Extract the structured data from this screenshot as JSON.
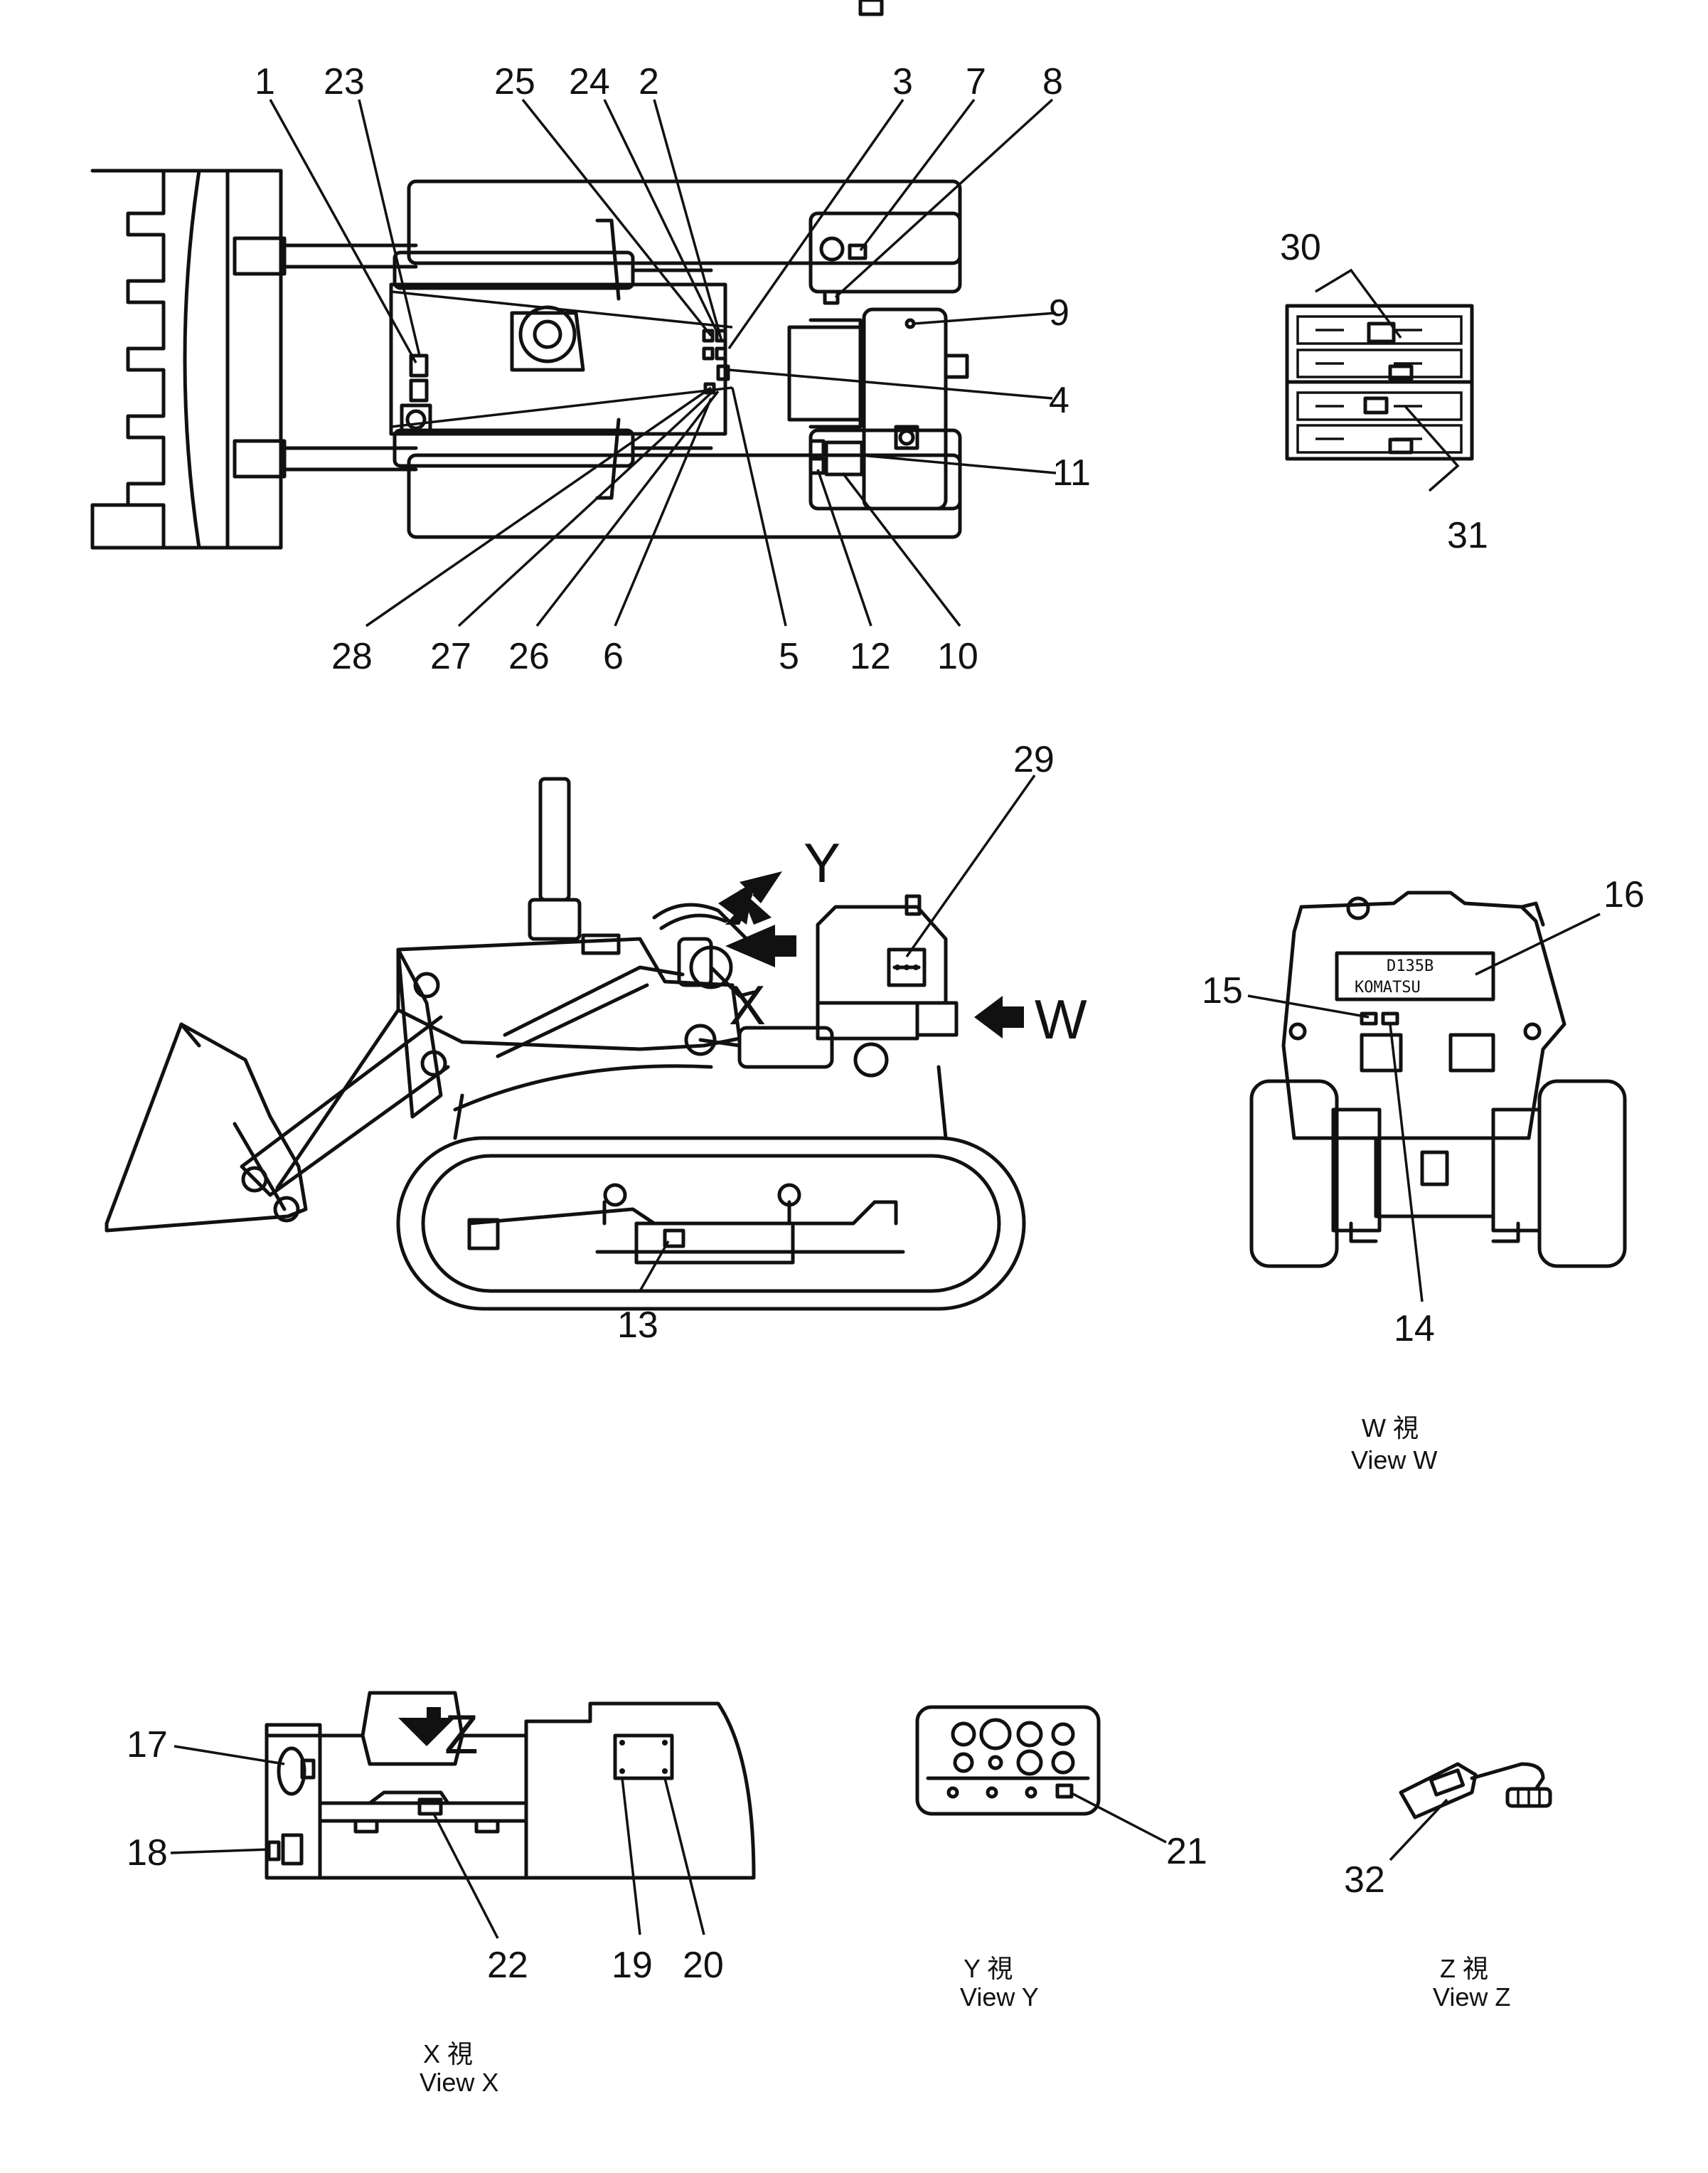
{
  "callouts": {
    "n1": "1",
    "n2": "2",
    "n3": "3",
    "n4": "4",
    "n5": "5",
    "n6": "6",
    "n7": "7",
    "n8": "8",
    "n9": "9",
    "n10": "10",
    "n11": "11",
    "n12": "12",
    "n13": "13",
    "n14": "14",
    "n15": "15",
    "n16": "16",
    "n17": "17",
    "n18": "18",
    "n19": "19",
    "n20": "20",
    "n21": "21",
    "n22": "22",
    "n23": "23",
    "n24": "24",
    "n25": "25",
    "n26": "26",
    "n27": "27",
    "n28": "28",
    "n29": "29",
    "n30": "30",
    "n31": "31",
    "n32": "32"
  },
  "view_arrows": {
    "w": "W",
    "x": "X",
    "y": "Y",
    "z": "Z"
  },
  "captions": {
    "view_w": {
      "jp": "W 視",
      "en": "View W"
    },
    "view_x": {
      "jp": "X 視",
      "en": "View X"
    },
    "view_y": {
      "jp": "Y 視",
      "en": "View Y"
    },
    "view_z": {
      "jp": "Z 視",
      "en": "View Z"
    }
  },
  "rear_plate": {
    "model": "D135B",
    "brand": "KOMATSU"
  },
  "colors": {
    "ink": "#111111",
    "paper": "#ffffff"
  }
}
